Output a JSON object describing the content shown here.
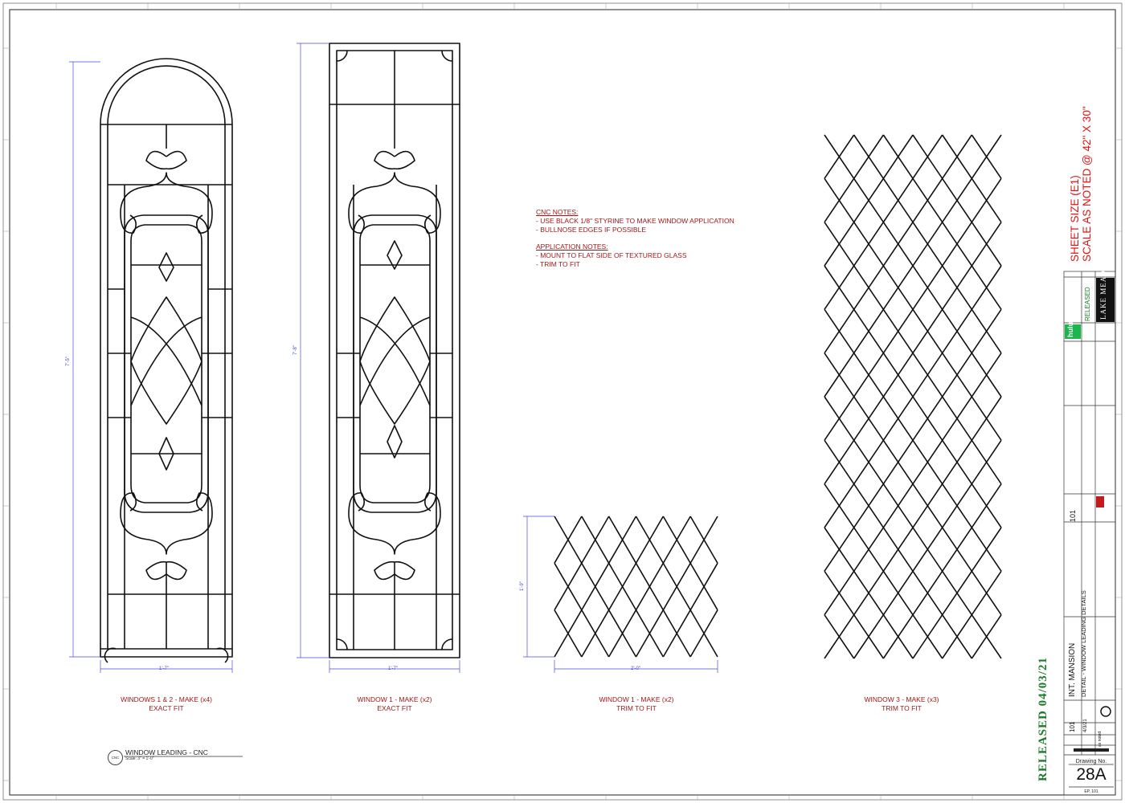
{
  "cnc_notes": {
    "heading": "CNC NOTES:",
    "line1": "- USE BLACK 1/8\" STYRINE TO MAKE WINDOW APPLICATION",
    "line2": "- BULLNOSE EDGES IF POSSIBLE"
  },
  "application_notes": {
    "heading": "APPLICATION NOTES:",
    "line1": "- MOUNT TO FLAT SIDE OF TEXTURED GLASS",
    "line2": "- TRIM TO FIT"
  },
  "details": [
    {
      "line1": "WINDOWS 1 & 2 - MAKE (x4)",
      "line2": "EXACT FIT",
      "width_dim": "1'-7\"",
      "height_dim": "7'-5\""
    },
    {
      "line1": "WINDOW 1 - MAKE (x2)",
      "line2": "EXACT FIT",
      "width_dim": "1'-7\"",
      "height_dim": "7'-8\""
    },
    {
      "line1": "WINDOW 1 - MAKE (x2)",
      "line2": "TRIM TO FIT",
      "width_dim": "2'-0\"",
      "height_dim": "1'-9\""
    },
    {
      "line1": "WINDOW 3 - MAKE (x3)",
      "line2": "TRIM TO FIT"
    }
  ],
  "legend": {
    "bubble": "CNC",
    "title": "WINDOW LEADING - CNC",
    "scale": "Scale: 3\" = 1'-0\""
  },
  "sheet_size": {
    "line1": "SHEET SIZE (E1)",
    "line2": "SCALE AS NOTED @ 42\" X 30\""
  },
  "released_stamp": "RELEASED  04/03/21",
  "title_block": {
    "released_label": "RELEASED",
    "studio": "LAKE MEAD",
    "brand": "hulu",
    "set_name": "INT. MANSION",
    "detail_title": "DETAIL - WINDOW LEADING DETAILS",
    "set_number": "101",
    "date": "4/3/21",
    "scale_value": "as noted",
    "drawing_no_label": "Drawing No.",
    "drawing_no": "28A",
    "ep": "EP. 101"
  },
  "colors": {
    "note_red": "#a01818",
    "sheet_red": "#e01414",
    "released_green": "#1d7a2a",
    "dimension_blue": "#4a4ae0"
  }
}
